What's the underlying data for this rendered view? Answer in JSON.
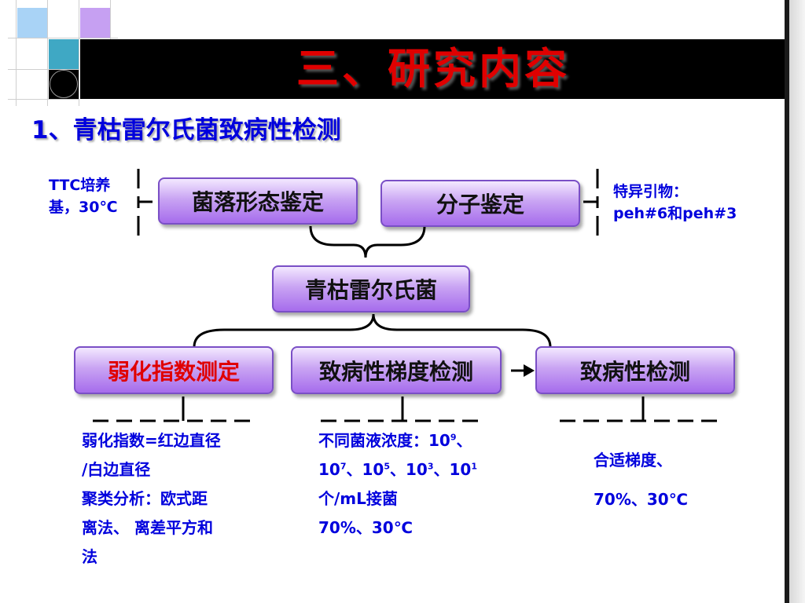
{
  "title": "三、研究内容",
  "subtitle": "1、青枯雷尔氏菌致病性检测",
  "left_note": [
    "TTC培养",
    "基，30℃"
  ],
  "right_note": [
    "特异引物：",
    "peh#6和peh#3"
  ],
  "boxes": {
    "colony": "菌落形态鉴定",
    "molecular": "分子鉴定",
    "center": "青枯雷尔氏菌",
    "attenuation": "弱化指数测定",
    "gradient": "致病性梯度检测",
    "detection": "致病性检测"
  },
  "col1": {
    "line1": "弱化指数=红边直径",
    "line2": "/白边直径",
    "line3": "聚类分析：欧式距",
    "line4": "离法、 离差平方和",
    "line5": "法"
  },
  "col2": {
    "prefix": "不同菌液浓度：",
    "base": "10",
    "exp": [
      "9",
      "7",
      "5",
      "3",
      "1"
    ],
    "sep": "、",
    "line3": "个/mL接菌",
    "line4": "70%、30℃"
  },
  "col3": {
    "line1": "合适梯度、",
    "line2": "70%、30℃"
  },
  "colors": {
    "title": "#e00000",
    "text": "#0000dd",
    "box": "#b583f0",
    "title_bar": "#000000"
  }
}
